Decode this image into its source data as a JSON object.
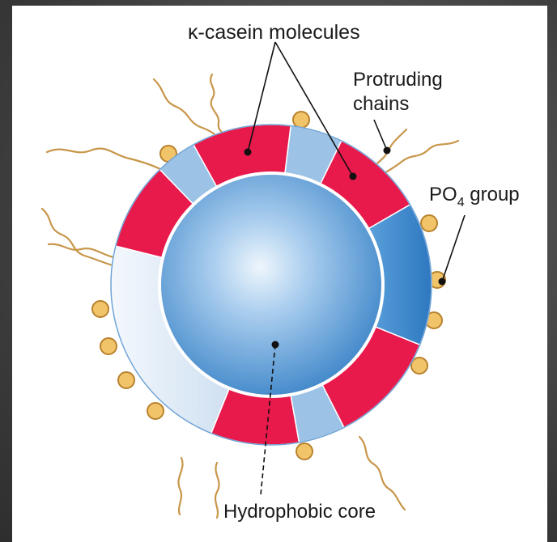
{
  "labels": {
    "kappa_casein": "κ-casein molecules",
    "protruding_line1": "Protruding",
    "protruding_line2": "chains",
    "po4_main": "PO",
    "po4_sub": "4",
    "po4_suffix": " group",
    "core": "Hydrophobic core"
  },
  "colors": {
    "ring_red": "#e8194b",
    "ring_blue_dark": "#3f8fd0",
    "ring_blue_light": "#9cc3e6",
    "ring_pale": "#e6eef8",
    "core_center": "#eaf3fb",
    "core_edge": "#3d86cc",
    "chain": "#c8964a",
    "phosphate_fill": "#f2c46a",
    "phosphate_stroke": "#b9822d"
  }
}
